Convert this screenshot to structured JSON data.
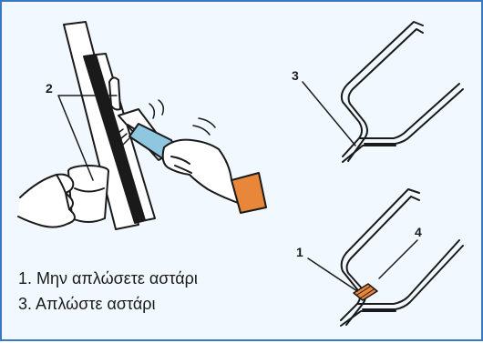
{
  "callouts": {
    "left": "2",
    "top_right": "3",
    "bottom_right_a": "1",
    "bottom_right_b": "4"
  },
  "captions": [
    "1. Μην απλώσετε αστάρι",
    "3. Απλώστε αστάρι"
  ],
  "colors": {
    "border": "#3a78bf",
    "background": "#f1f8ff",
    "cuff": "#e8873a",
    "scraper": "#8fc7e0",
    "primer": "#e8873a",
    "line": "#1a1a1a"
  }
}
